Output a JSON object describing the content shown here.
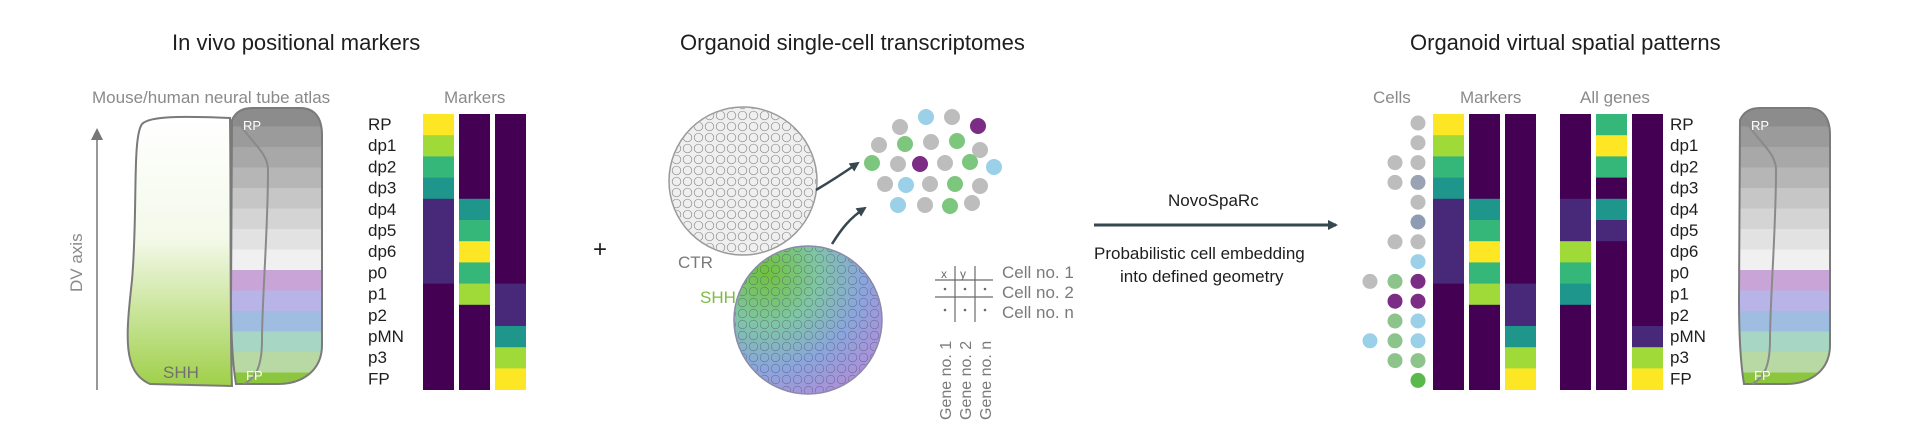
{
  "panels": {
    "left": {
      "title": "In vivo positional markers",
      "atlas_label": "Mouse/human neural tube atlas",
      "markers_header": "Markers",
      "axis_label": "DV axis",
      "shh_label": "SHH",
      "rp_label": "RP",
      "fp_label": "FP"
    },
    "middle": {
      "title": "Organoid single-cell transcriptomes",
      "ctr_label": "CTR",
      "shh_label": "SHH",
      "cell_rows": [
        "Cell no. 1",
        "Cell no. 2",
        "Cell no. n"
      ],
      "gene_cols": [
        "Gene no. 1",
        "Gene no. 2",
        "Gene no. n"
      ],
      "table_headers": [
        "x",
        "y"
      ]
    },
    "right": {
      "title": "Organoid virtual spatial patterns",
      "cells_header": "Cells",
      "markers_header": "Markers",
      "allgenes_header": "All genes",
      "rp_label": "RP",
      "fp_label": "FP"
    }
  },
  "plus_sign": "+",
  "method": {
    "name": "NovoSpaRc",
    "description_line1": "Probabilistic cell embedding",
    "description_line2": "into defined geometry"
  },
  "domains": [
    "RP",
    "dp1",
    "dp2",
    "dp3",
    "dp4",
    "dp5",
    "dp6",
    "p0",
    "p1",
    "p2",
    "pMN",
    "p3",
    "FP"
  ],
  "colors": {
    "purple": "#440154",
    "indigo": "#482878",
    "blue": "#31688e",
    "teal": "#1f968b",
    "green": "#35b779",
    "lime": "#a0da39",
    "yellow": "#fde725",
    "shh_green": "#8cc63f",
    "arrow": "#37474f"
  },
  "heatmaps": {
    "left_markers": [
      [
        "yellow",
        "lime",
        "green",
        "teal",
        "indigo",
        "indigo",
        "indigo",
        "indigo",
        "purple",
        "purple",
        "purple",
        "purple",
        "purple"
      ],
      [
        "purple",
        "purple",
        "purple",
        "purple",
        "teal",
        "green",
        "yellow",
        "green",
        "lime",
        "purple",
        "purple",
        "purple",
        "purple"
      ],
      [
        "purple",
        "purple",
        "purple",
        "purple",
        "purple",
        "purple",
        "purple",
        "purple",
        "indigo",
        "indigo",
        "teal",
        "lime",
        "yellow"
      ]
    ],
    "right_markers": [
      [
        "yellow",
        "lime",
        "green",
        "teal",
        "indigo",
        "indigo",
        "indigo",
        "indigo",
        "purple",
        "purple",
        "purple",
        "purple",
        "purple"
      ],
      [
        "purple",
        "purple",
        "purple",
        "purple",
        "teal",
        "green",
        "yellow",
        "green",
        "lime",
        "purple",
        "purple",
        "purple",
        "purple"
      ],
      [
        "purple",
        "purple",
        "purple",
        "purple",
        "purple",
        "purple",
        "purple",
        "purple",
        "indigo",
        "indigo",
        "teal",
        "lime",
        "yellow"
      ]
    ],
    "right_allgenes": [
      [
        "purple",
        "purple",
        "purple",
        "purple",
        "indigo",
        "indigo",
        "lime",
        "green",
        "teal",
        "purple",
        "purple",
        "purple",
        "purple"
      ],
      [
        "green",
        "yellow",
        "green",
        "purple",
        "teal",
        "indigo",
        "purple",
        "purple",
        "purple",
        "purple",
        "purple",
        "purple",
        "purple"
      ],
      [
        "purple",
        "purple",
        "purple",
        "purple",
        "purple",
        "purple",
        "purple",
        "purple",
        "purple",
        "purple",
        "indigo",
        "lime",
        "yellow"
      ]
    ]
  }
}
